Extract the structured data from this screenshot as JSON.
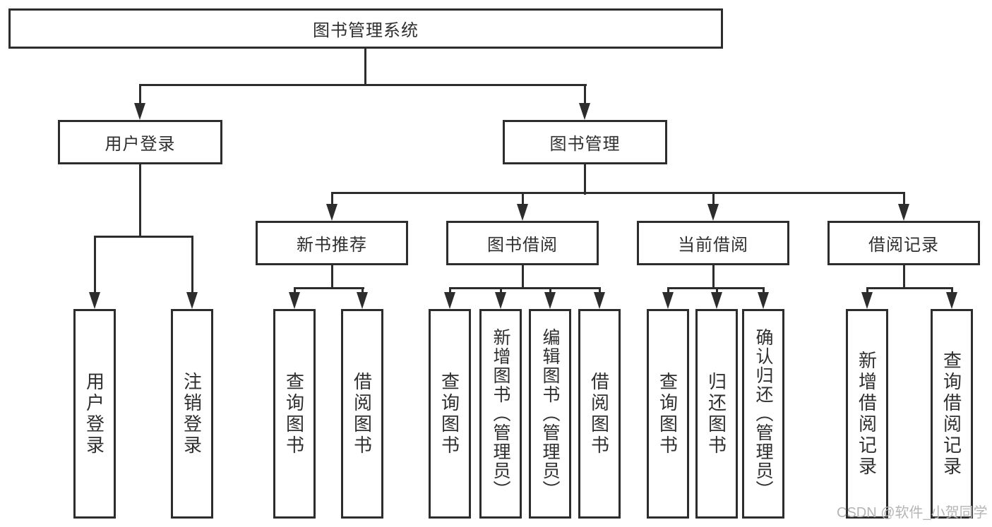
{
  "root": {
    "label": "图书管理系统"
  },
  "level2": {
    "user_login": {
      "label": "用户登录"
    },
    "book_mgmt": {
      "label": "图书管理"
    }
  },
  "level3": {
    "new_book_rec": {
      "label": "新书推荐"
    },
    "book_borrow": {
      "label": "图书借阅"
    },
    "current_borrow": {
      "label": "当前借阅"
    },
    "borrow_records": {
      "label": "借阅记录"
    }
  },
  "leaves": {
    "login_user_login": {
      "label": "用户登录"
    },
    "login_logout": {
      "label": "注销登录"
    },
    "rec_query_book": {
      "label": "查询图书"
    },
    "rec_borrow_book": {
      "label": "借阅图书"
    },
    "bb_query_book": {
      "label": "查询图书"
    },
    "bb_add_book_admin": {
      "label": "新增图书（管理员）"
    },
    "bb_edit_book_admin": {
      "label": "编辑图书（管理员）"
    },
    "bb_borrow_book": {
      "label": "借阅图书"
    },
    "cb_query_book": {
      "label": "查询图书"
    },
    "cb_return_book": {
      "label": "归还图书"
    },
    "cb_confirm_return_admin": {
      "label": "确认归还（管理员）"
    },
    "br_add_record": {
      "label": "新增借阅记录"
    },
    "br_query_record": {
      "label": "查询借阅记录"
    }
  },
  "watermark": {
    "text": "CSDN @软件_小贺同学"
  },
  "colors": {
    "line": "#2d2d2d",
    "text": "#2f2f2f",
    "watermark": "#b5b5b5",
    "background": "#ffffff"
  }
}
